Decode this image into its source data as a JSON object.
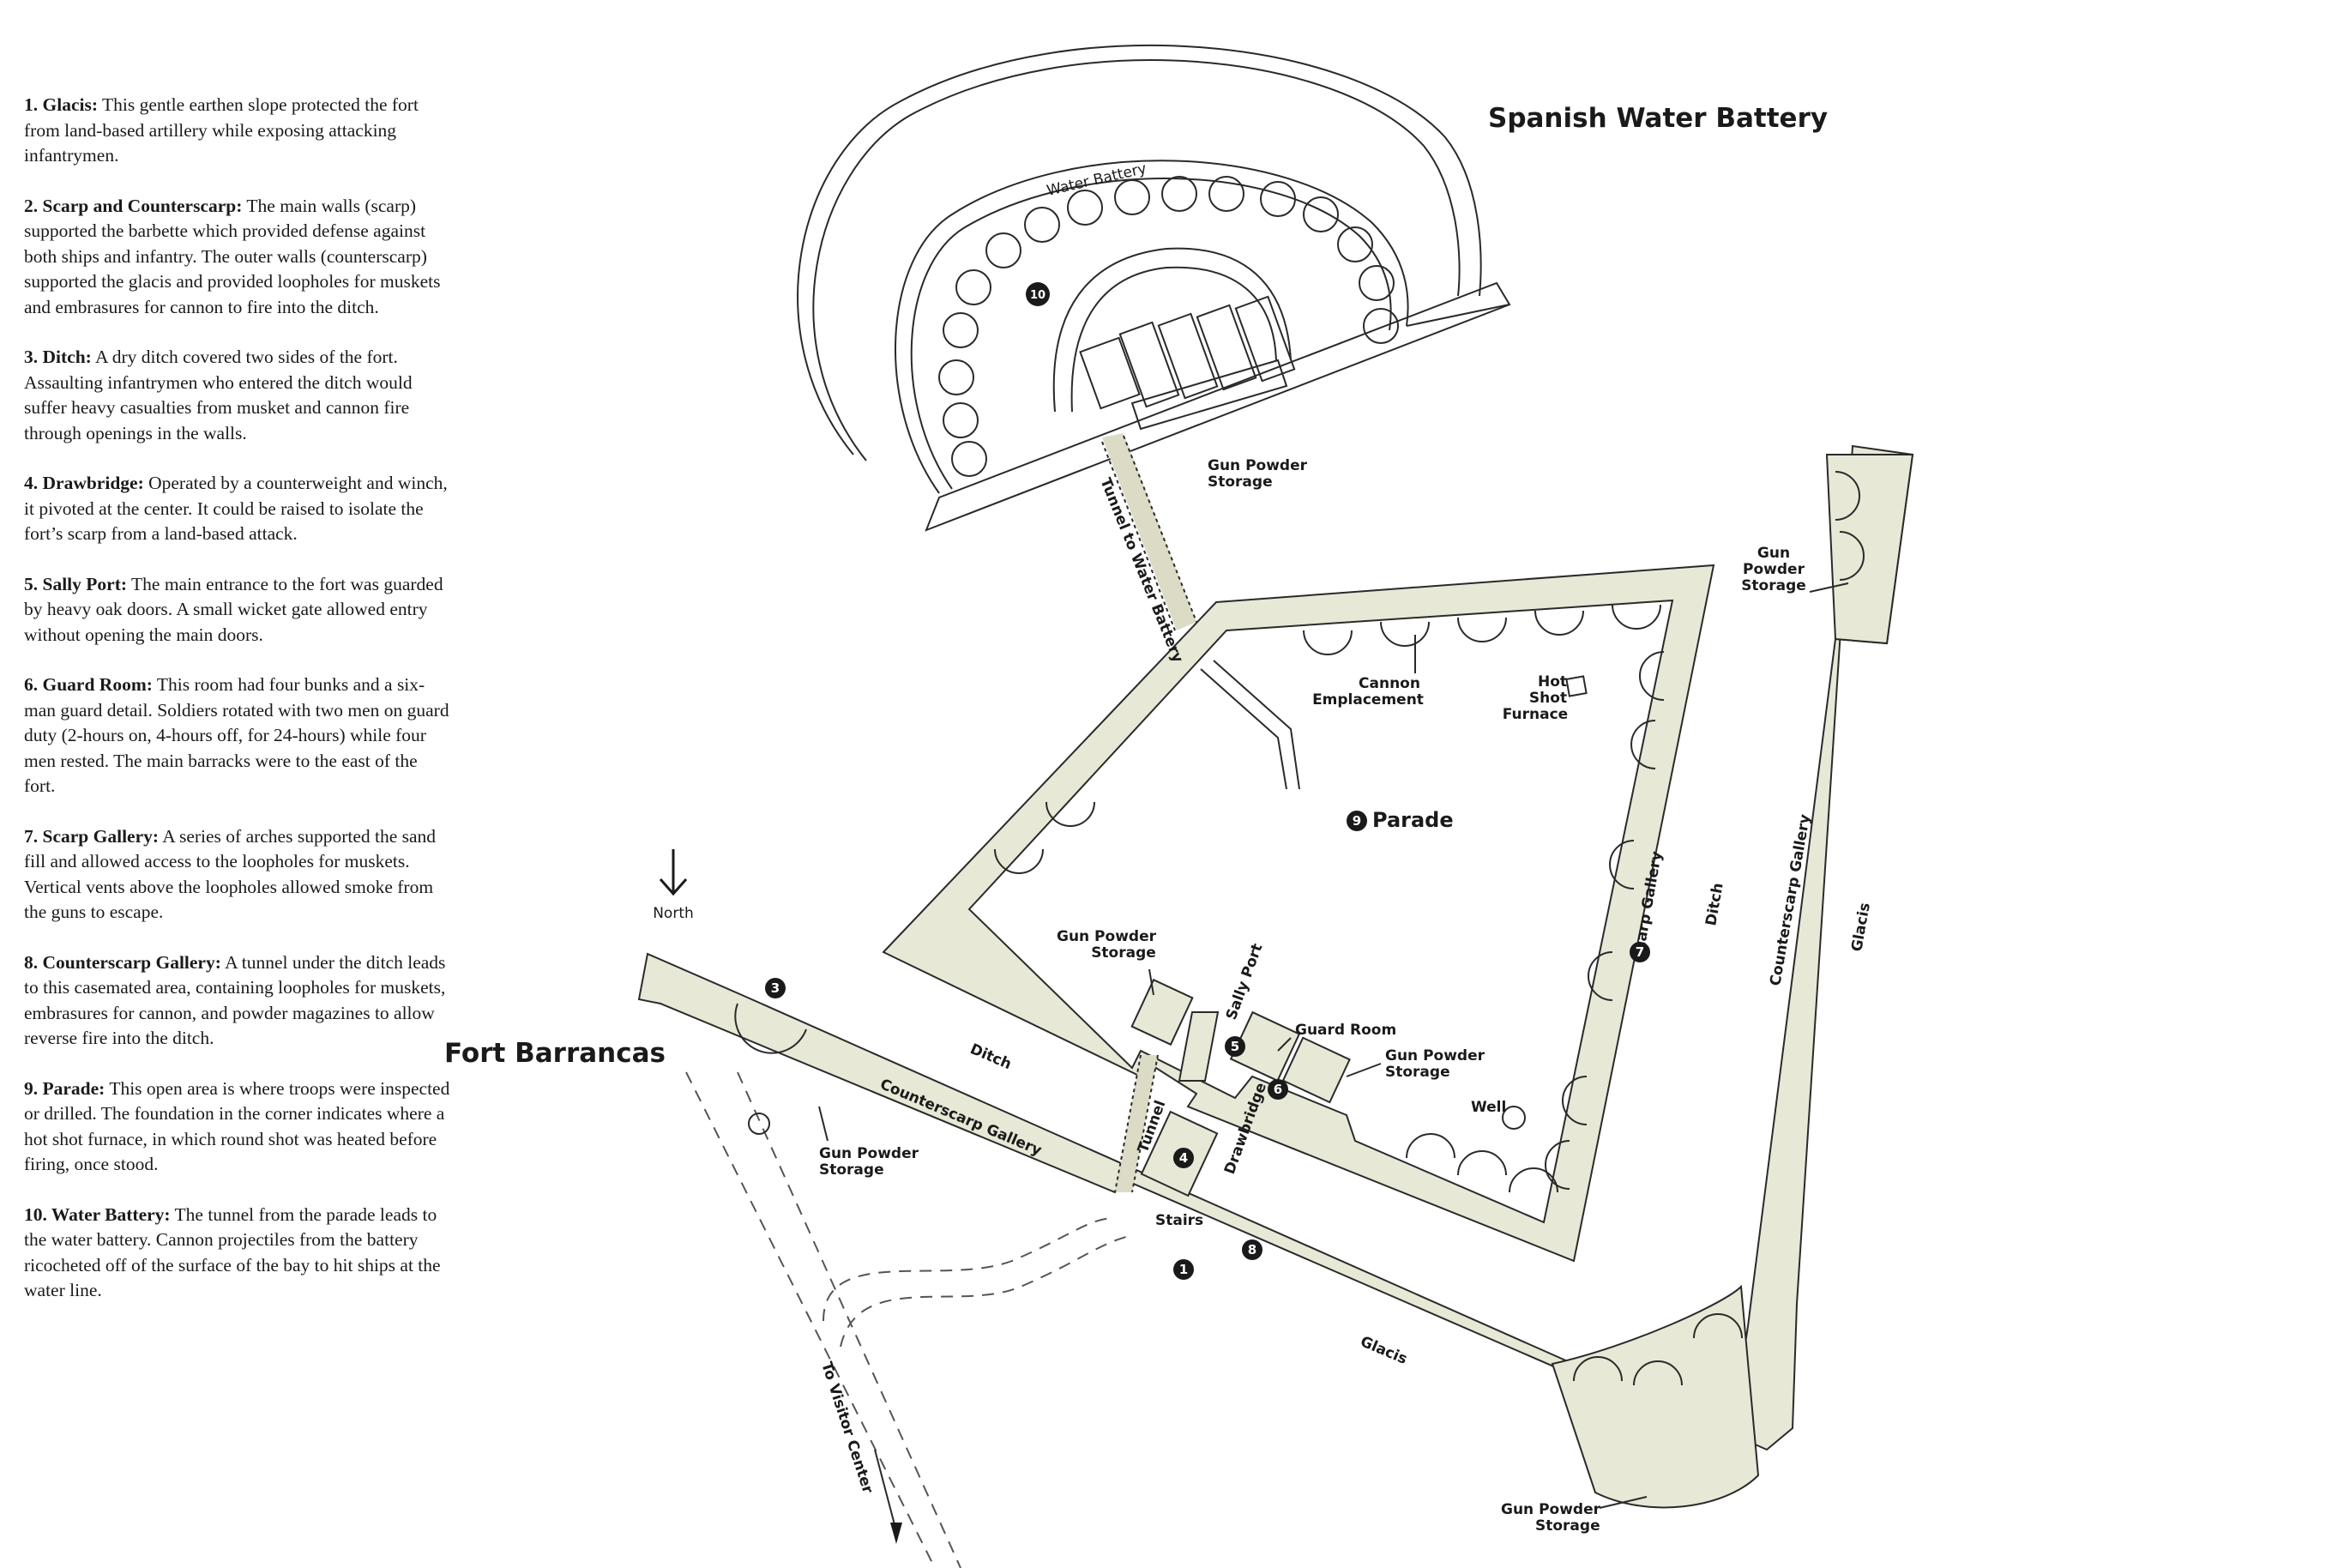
{
  "legend": [
    {
      "term": "1. Glacis:",
      "text": " This gentle earthen slope protected the fort from land-based artillery while exposing attacking infantrymen."
    },
    {
      "term": "2. Scarp and Counterscarp:",
      "text": " The main walls (scarp) supported the barbette which provided defense against both ships and infantry. The outer walls (counterscarp) supported the glacis and provided loopholes for muskets and embrasures for cannon to fire into the ditch."
    },
    {
      "term": "3. Ditch:",
      "text": " A dry ditch covered two sides of the fort. Assaulting infantrymen who entered the ditch would suffer heavy casualties from musket and cannon fire through openings in the walls."
    },
    {
      "term": "4. Drawbridge:",
      "text": " Operated by a counterweight and winch, it pivoted at the center. It could be raised to isolate the fort’s scarp from a land-based attack."
    },
    {
      "term": "5. Sally Port:",
      "text": " The main entrance to the fort was guarded by heavy oak doors. A small wicket gate allowed entry without opening the main doors."
    },
    {
      "term": "6. Guard Room:",
      "text": " This room had four bunks and a six-man guard detail. Soldiers rotated with two men on guard duty (2-hours on, 4-hours off, for 24-hours) while four men rested. The main barracks were to the east of the fort."
    },
    {
      "term": "7. Scarp Gallery:",
      "text": " A series of arches supported the sand fill and allowed access to the loopholes for muskets. Vertical vents above the loopholes allowed smoke from the guns to escape."
    },
    {
      "term": "8. Counterscarp Gallery:",
      "text": " A tunnel under the ditch leads to this casemated area, containing loopholes for muskets, embrasures for cannon, and powder magazines to allow reverse fire into the ditch."
    },
    {
      "term": "9. Parade:",
      "text": " This open area is where troops were inspected or drilled. The foundation in the corner indicates where a hot shot furnace, in which round shot was heated before firing, once stood."
    },
    {
      "term": "10. Water Battery:",
      "text": " The tunnel from the parade leads to the water battery. Cannon projectiles from the battery ricocheted off of the surface of the bay to hit ships at the water line."
    }
  ],
  "map": {
    "title_water_battery": "Spanish Water Battery",
    "title_fort": "Fort Barrancas",
    "north": "North",
    "north_icon": "down-arrow-icon",
    "labels": {
      "water_battery": "Water Battery",
      "gun_powder_storage_wb_1": "Gun Powder",
      "gun_powder_storage_wb_2": "Storage",
      "tunnel_to_water_battery": "Tunnel to Water Battery",
      "gps_ne_1": "Gun",
      "gps_ne_2": "Powder",
      "gps_ne_3": "Storage",
      "cannon_emp_1": "Cannon",
      "cannon_emp_2": "Emplacement",
      "hot_1": "Hot",
      "hot_2": "Shot",
      "hot_3": "Furnace",
      "parade": "Parade",
      "scarp_gallery": "Scarp Gallery",
      "ditch_east": "Ditch",
      "counterscarp_gallery_east": "Counterscarp Gallery",
      "glacis_east": "Glacis",
      "gps_w_1": "Gun Powder",
      "gps_w_2": "Storage",
      "sally_port": "Sally Port",
      "guard_room": "Guard Room",
      "gps_gr_1": "Gun Powder",
      "gps_gr_2": "Storage",
      "well": "Well",
      "ditch_south": "Ditch",
      "counterscarp_gallery_south": "Counterscarp Gallery",
      "gps_sw_1": "Gun Powder",
      "gps_sw_2": "Storage",
      "tunnel": "Tunnel",
      "drawbridge": "Drawbridge",
      "stairs": "Stairs",
      "glacis_south": "Glacis",
      "gps_se_1": "Gun Powder",
      "gps_se_2": "Storage",
      "to_visitor_center": "To Visitor Center"
    },
    "markers": [
      "1",
      "3",
      "4",
      "5",
      "6",
      "7",
      "8",
      "9",
      "10"
    ]
  }
}
